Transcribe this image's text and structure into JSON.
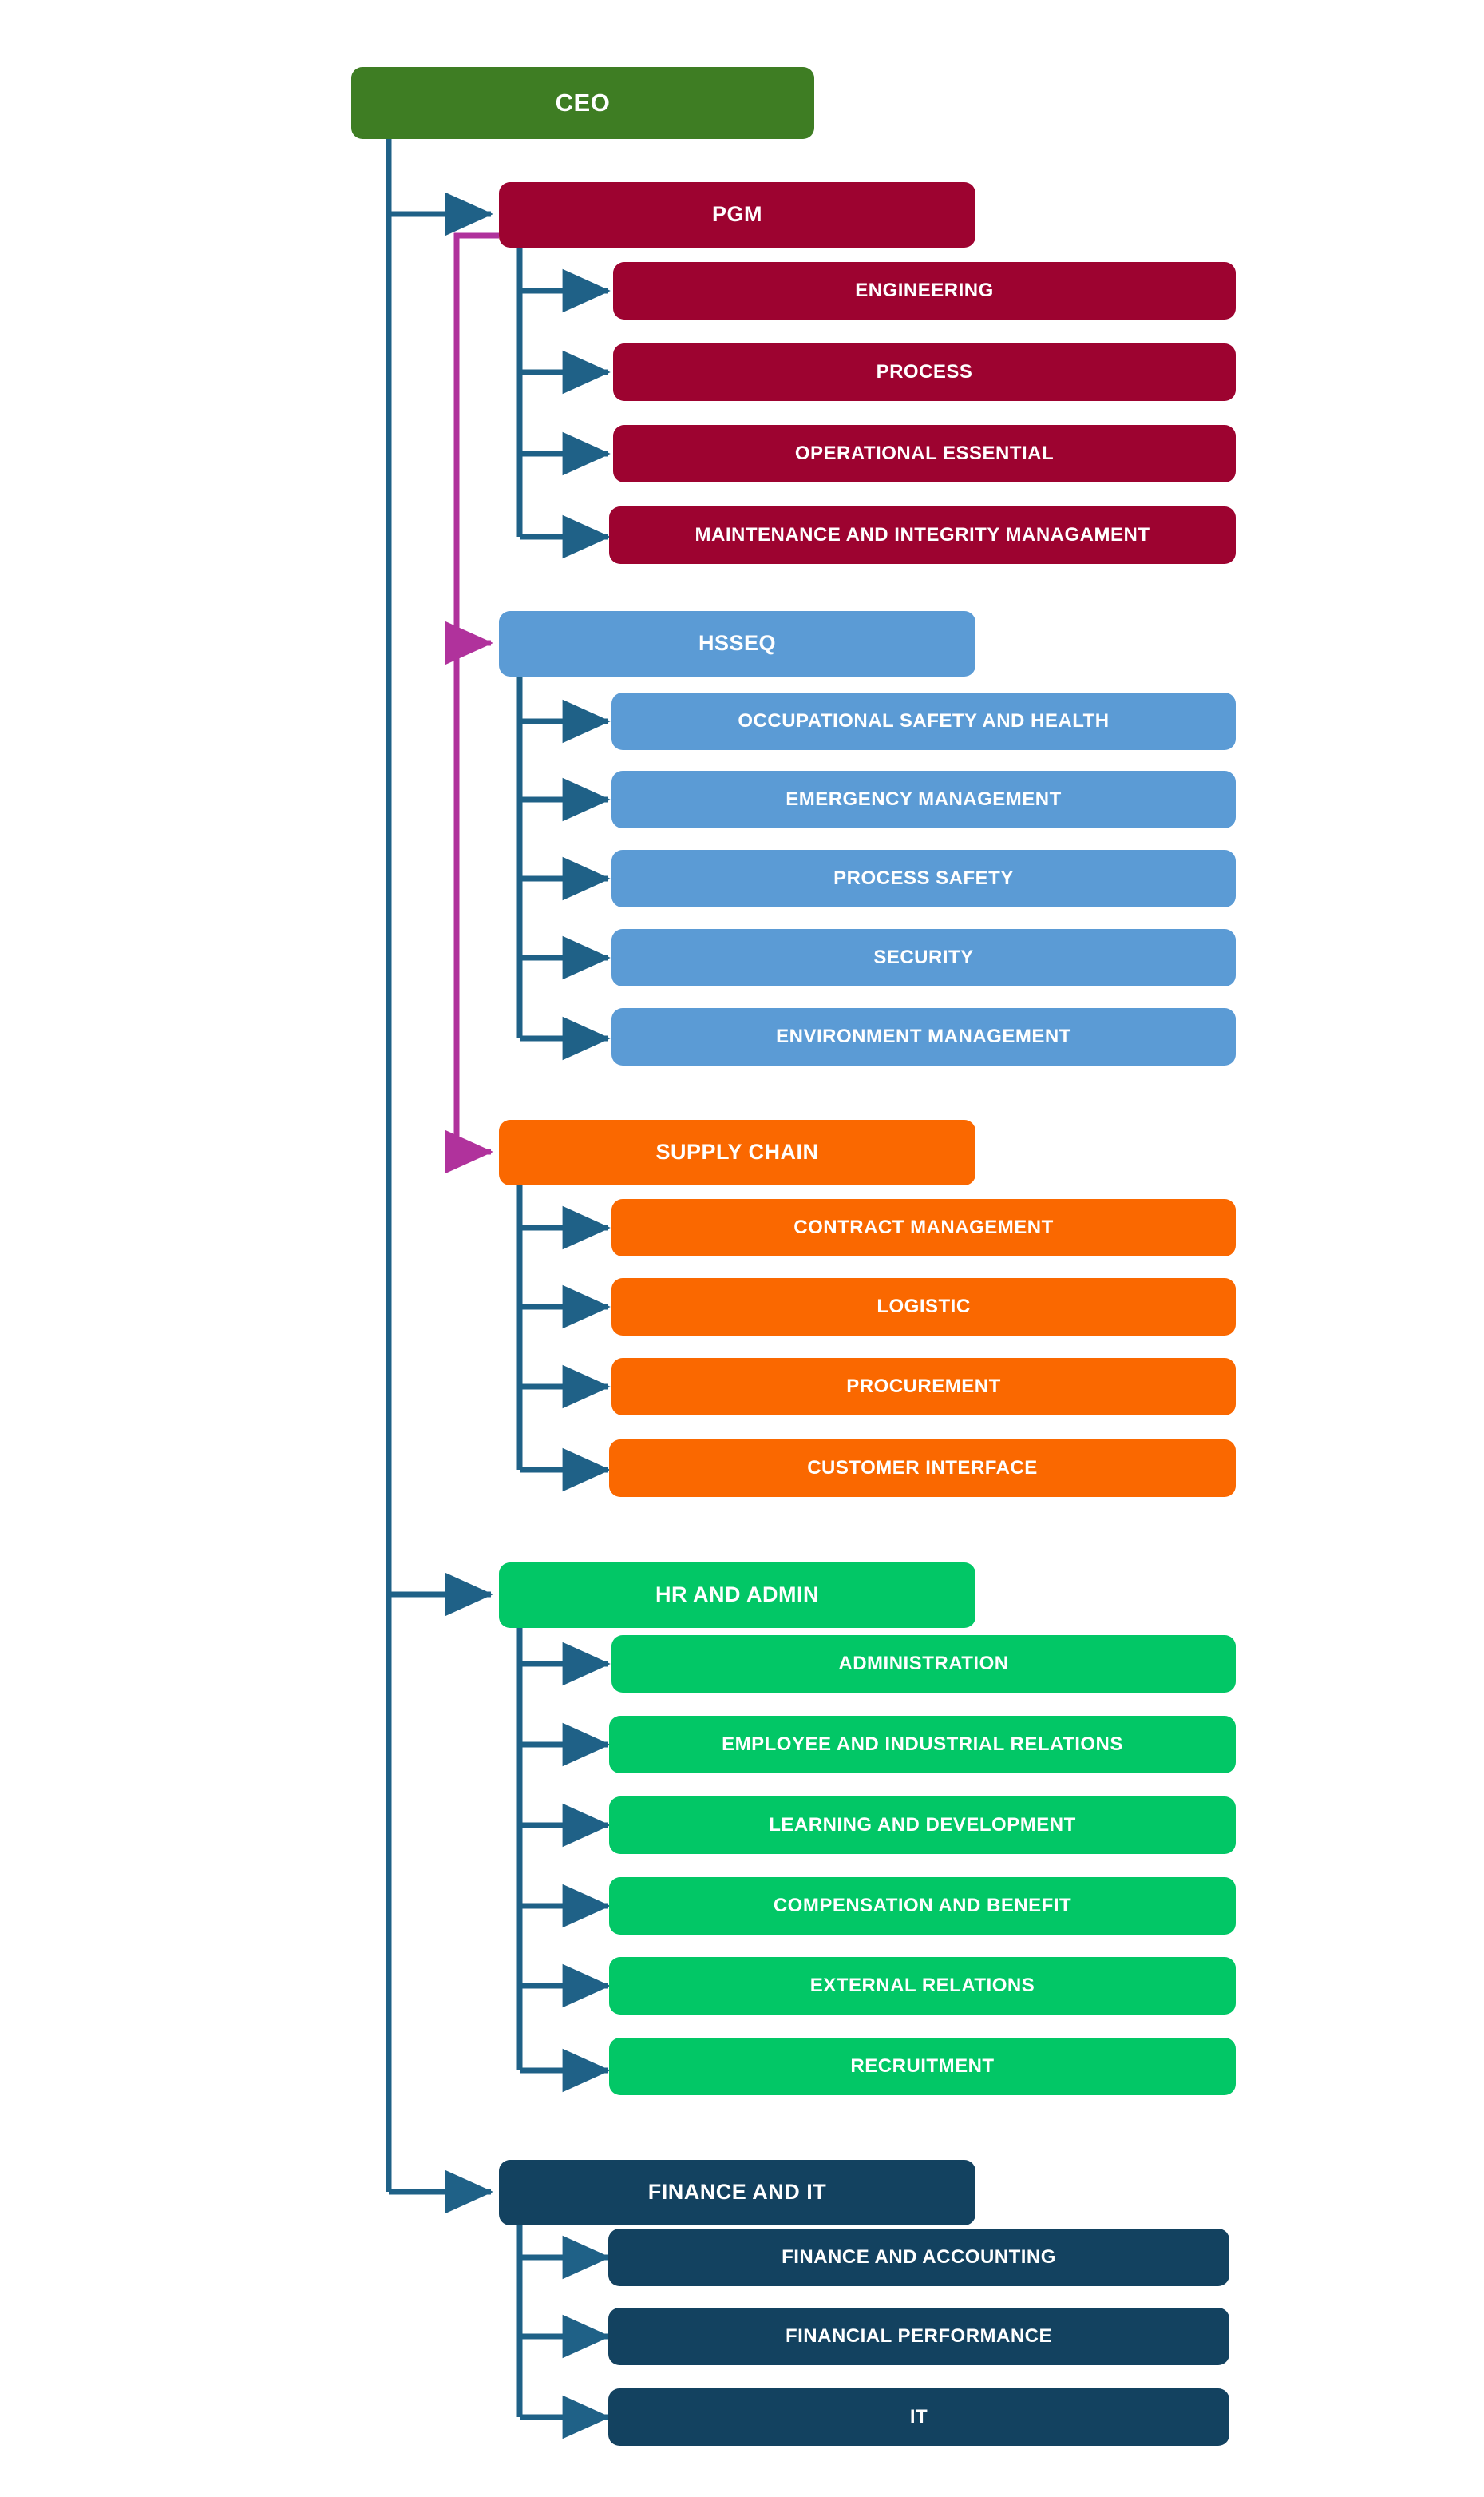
{
  "chart": {
    "type": "organization-chart",
    "title": "CEO",
    "palette": {
      "ceo": "#3E7D23",
      "pgm": "#9D0330",
      "hsseq": "#5B9BD5",
      "supply_chain": "#FA6800",
      "hr_and_admin": "#02C766",
      "finance_and_it": "#134260",
      "connector_teal": "#1F6187",
      "connector_magenta": "#B0329C",
      "text": "#FFFFFF",
      "background": "#FFFFFF"
    },
    "root": {
      "label": "CEO",
      "color_key": "ceo"
    },
    "divisions": [
      {
        "id": "pgm",
        "label": "PGM",
        "color_key": "pgm",
        "color": "#9D0330",
        "connector": "teal",
        "children": [
          {
            "label": "ENGINEERING"
          },
          {
            "label": "PROCESS"
          },
          {
            "label": "OPERATIONAL ESSENTIAL"
          },
          {
            "label": "MAINTENANCE AND INTEGRITY MANAGAMENT"
          }
        ]
      },
      {
        "id": "hsseq",
        "label": "HSSEQ",
        "color_key": "hsseq",
        "color": "#5B9BD5",
        "connector": "magenta",
        "children": [
          {
            "label": "OCCUPATIONAL SAFETY AND HEALTH"
          },
          {
            "label": "EMERGENCY MANAGEMENT"
          },
          {
            "label": "PROCESS SAFETY"
          },
          {
            "label": "SECURITY"
          },
          {
            "label": "ENVIRONMENT MANAGEMENT"
          }
        ]
      },
      {
        "id": "supply-chain",
        "label": "SUPPLY CHAIN",
        "color_key": "supply_chain",
        "color": "#FA6800",
        "connector": "magenta",
        "children": [
          {
            "label": "CONTRACT MANAGEMENT"
          },
          {
            "label": "LOGISTIC"
          },
          {
            "label": "PROCUREMENT"
          },
          {
            "label": "CUSTOMER INTERFACE"
          }
        ]
      },
      {
        "id": "hr-and-admin",
        "label": "HR AND ADMIN",
        "color_key": "hr_and_admin",
        "color": "#02C766",
        "connector": "teal",
        "children": [
          {
            "label": "ADMINISTRATION"
          },
          {
            "label": "EMPLOYEE AND INDUSTRIAL RELATIONS"
          },
          {
            "label": "LEARNING AND DEVELOPMENT"
          },
          {
            "label": "COMPENSATION AND BENEFIT"
          },
          {
            "label": "EXTERNAL RELATIONS"
          },
          {
            "label": "RECRUITMENT"
          }
        ]
      },
      {
        "id": "finance-and-it",
        "label": "FINANCE AND IT",
        "color_key": "finance_and_it",
        "color": "#134260",
        "connector": "teal",
        "children": [
          {
            "label": "FINANCE AND ACCOUNTING"
          },
          {
            "label": "FINANCIAL PERFORMANCE"
          },
          {
            "label": "IT"
          }
        ]
      }
    ]
  }
}
